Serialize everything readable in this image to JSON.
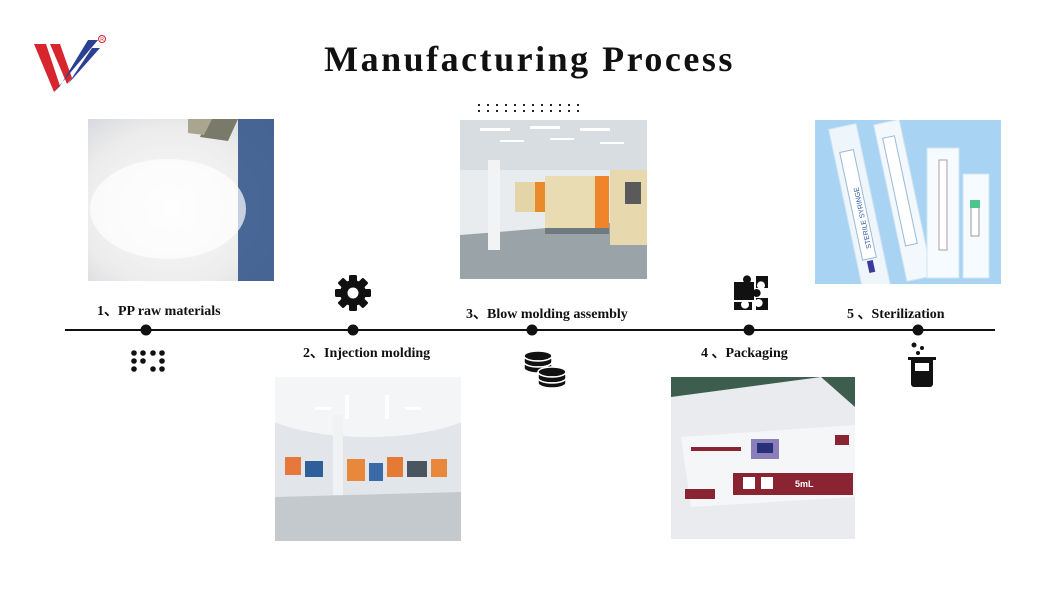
{
  "header": {
    "title": "Manufacturing Process"
  },
  "steps": [
    {
      "label": "1、PP raw materials"
    },
    {
      "label": "2、Injection molding"
    },
    {
      "label": "3、Blow molding assembly"
    },
    {
      "label": "4 、Packaging"
    },
    {
      "label": "5 、Sterilization"
    }
  ],
  "colors": {
    "logo_red": "#d8262e",
    "logo_blue": "#2b3f93",
    "line": "#111111"
  },
  "icons": [
    "logo-icon",
    "braille-dots-icon",
    "gear-icon",
    "coins-icon",
    "puzzle-icon",
    "beaker-icon"
  ]
}
